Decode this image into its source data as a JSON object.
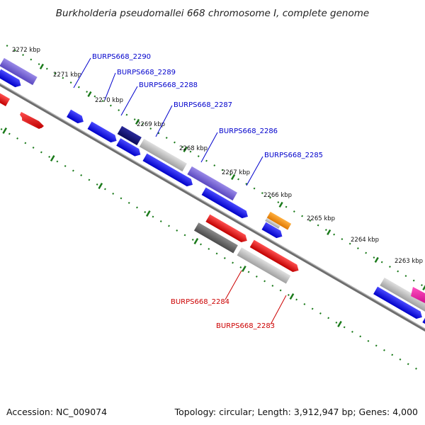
{
  "title": "Burkholderia pseudomallei 668 chromosome I, complete genome",
  "accession": "Accession: NC_009074",
  "topology": "Topology: circular; Length: 3,912,947 bp; Genes: 4,000",
  "ticks": [
    "2272 kbp",
    "2271 kbp",
    "2270 kbp",
    "2269 kbp",
    "2268 kbp",
    "2267 kbp",
    "2266 kbp",
    "2265 kbp",
    "2264 kbp",
    "2263 kbp"
  ],
  "upper_labels": [
    "BURPS668_2290",
    "BURPS668_2289",
    "BURPS668_2288",
    "BURPS668_2287",
    "BURPS668_2286",
    "BURPS668_2285"
  ],
  "lower_labels": [
    "BURPS668_2284",
    "BURPS668_2283"
  ],
  "colors": {
    "upper_label": "#0000cc",
    "lower_label": "#cc0000",
    "tick": "#1a7a1a",
    "backbone": "#808080"
  }
}
